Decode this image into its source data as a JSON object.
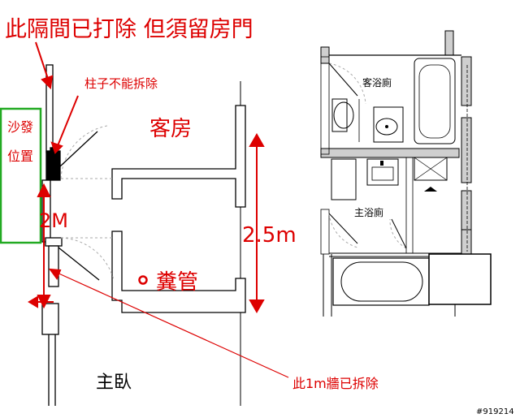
{
  "annotations": {
    "top_note": "此隔間已打除 但須留房門",
    "column_note": "柱子不能拆除",
    "guest_room": "客房",
    "sofa_line1": "沙發",
    "sofa_line2": "位置",
    "width_2m": "2M",
    "height_25m": "2.5m",
    "sewer_pipe": "糞管",
    "master_bedroom": "主臥",
    "wall_removed_note": "此1m牆已拆除"
  },
  "rooms": {
    "guest_bath": "客浴廁",
    "master_bath": "主浴廁"
  },
  "watermark": "#919214",
  "colors": {
    "annotation_red": "#dd0000",
    "sofa_green": "#22aa22",
    "wall_gray": "#cfcfcf",
    "line_black": "#000000"
  }
}
